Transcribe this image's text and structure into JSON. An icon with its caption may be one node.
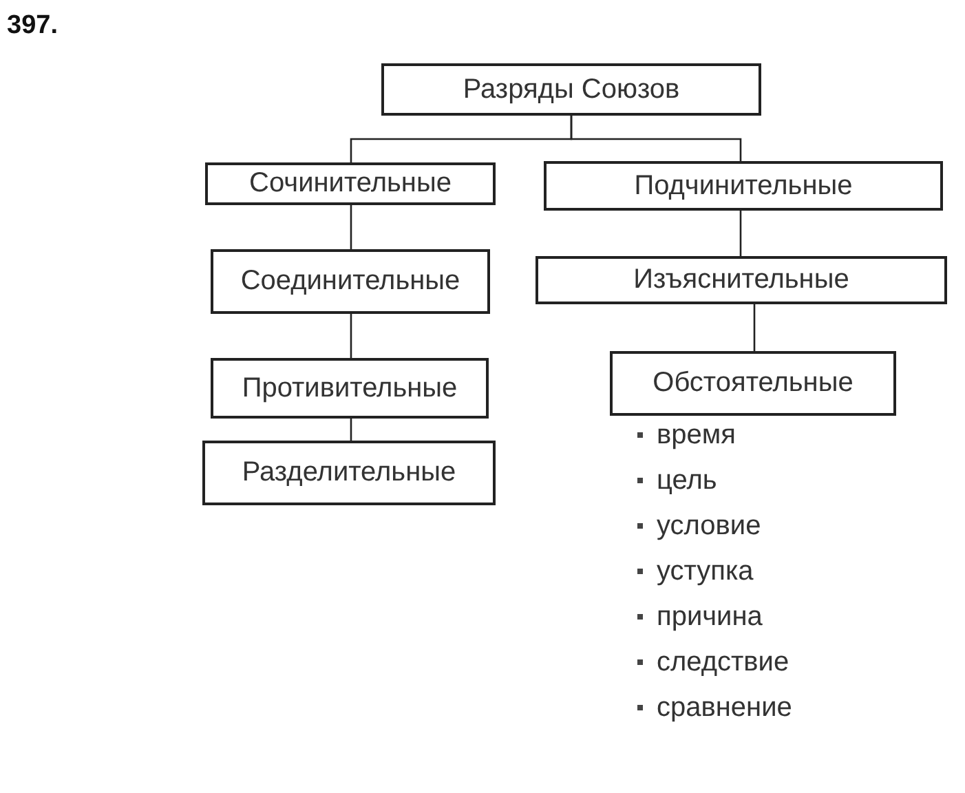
{
  "diagram": {
    "title": "397.",
    "nodes": [
      {
        "text": [
          "Разряды Союзов"
        ]
      },
      {
        "text": [
          "Сочинительные"
        ]
      },
      {
        "text": [
          "Подчинительные"
        ]
      },
      {
        "text": [
          "Соединительные"
        ]
      },
      {
        "text": [
          "Изъяснительные"
        ]
      },
      {
        "text": [
          "Противительные"
        ]
      },
      {
        "text": [
          "Обстоятельные"
        ],
        "beside": [
          "время",
          "цель",
          "условие",
          "уступка",
          "причина",
          "следствие",
          "сравнение"
        ]
      },
      {
        "text": [
          "Разделительные"
        ]
      }
    ],
    "edges": [
      {
        "from": 0,
        "to": 1,
        "arrow": "none"
      },
      {
        "from": 0,
        "to": 2,
        "arrow": "none"
      },
      {
        "from": 1,
        "to": 3,
        "arrow": "none"
      },
      {
        "from": 3,
        "to": 5,
        "arrow": "none"
      },
      {
        "from": 5,
        "to": 7,
        "arrow": "none"
      },
      {
        "from": 2,
        "to": 4,
        "arrow": "none"
      },
      {
        "from": 4,
        "to": 6,
        "arrow": "none"
      }
    ]
  }
}
